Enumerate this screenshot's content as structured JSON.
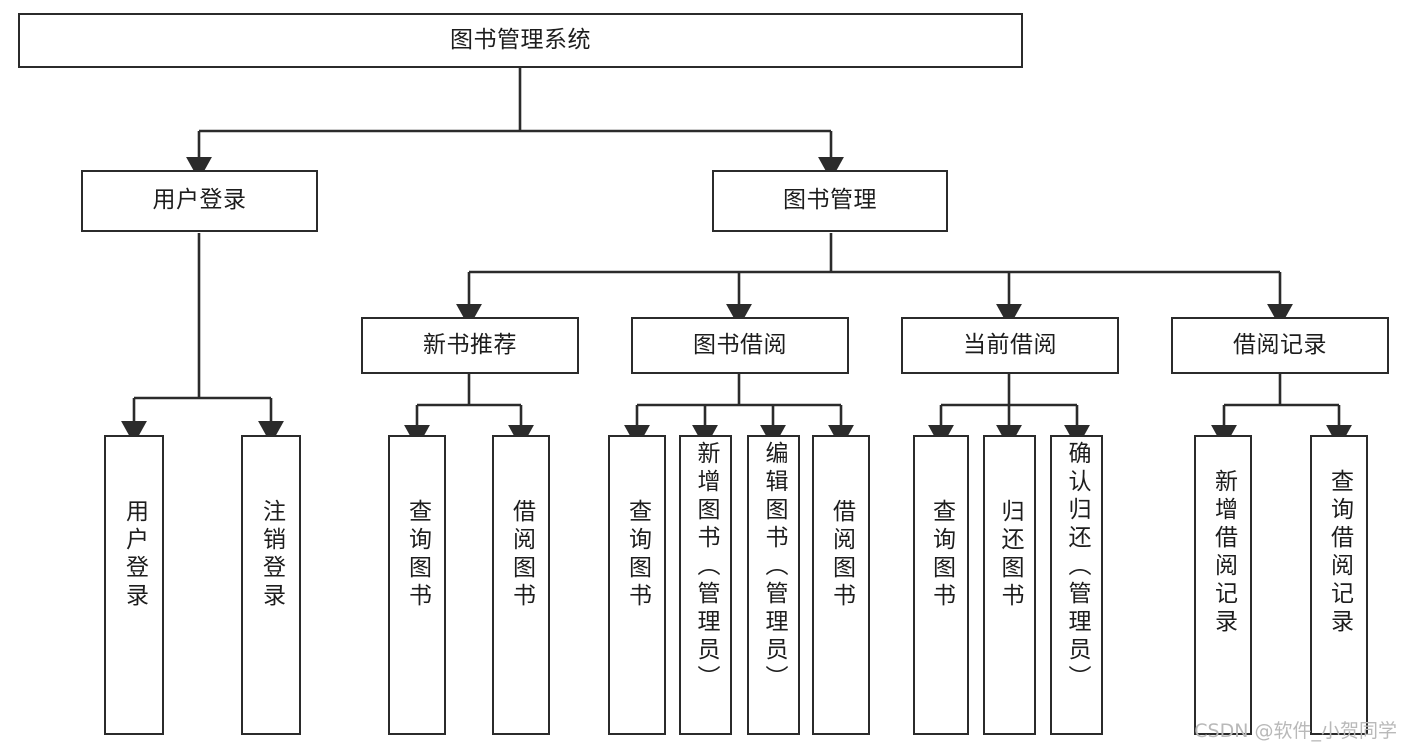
{
  "diagram": {
    "type": "tree-hierarchy-chart",
    "title": "图书管理系统",
    "watermark": "CSDN @软件_小贺同学",
    "colors": {
      "stroke": "#2b2b2b",
      "fill": "#ffffff",
      "text": "#1d1d1d",
      "watermark": "#b9b9b9"
    },
    "root": {
      "label": "图书管理系统"
    },
    "level2": [
      {
        "label": "用户登录"
      },
      {
        "label": "图书管理"
      }
    ],
    "level3": [
      {
        "label": "新书推荐"
      },
      {
        "label": "图书借阅"
      },
      {
        "label": "当前借阅"
      },
      {
        "label": "借阅记录"
      }
    ],
    "leaves": {
      "user_login": [
        {
          "label": "用户登录"
        },
        {
          "label": "注销登录"
        }
      ],
      "new_book_recommend": [
        {
          "label": "查询图书"
        },
        {
          "label": "借阅图书"
        }
      ],
      "book_borrow": [
        {
          "label": "查询图书"
        },
        {
          "label": "新增图书（管理员）"
        },
        {
          "label": "编辑图书（管理员）"
        },
        {
          "label": "借阅图书"
        }
      ],
      "current_borrow": [
        {
          "label": "查询图书"
        },
        {
          "label": "归还图书"
        },
        {
          "label": "确认归还（管理员）"
        }
      ],
      "borrow_record": [
        {
          "label": "新增借阅记录"
        },
        {
          "label": "查询借阅记录"
        }
      ]
    }
  }
}
